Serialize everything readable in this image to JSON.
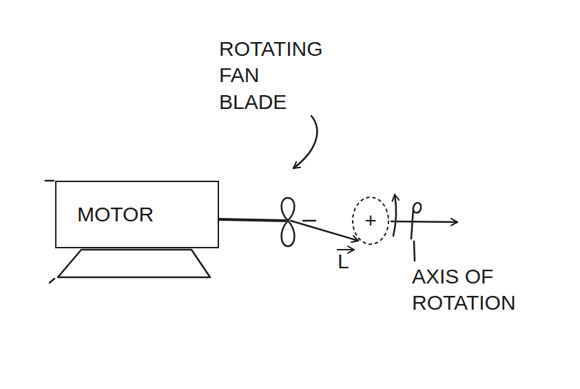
{
  "diagram": {
    "nodes": [
      {
        "text": [
          "MOTOR"
        ]
      },
      {
        "text": [
          "+"
        ]
      }
    ],
    "labels": [
      "ROTATING FAN BLADE",
      "L",
      "AXIS OF ROTATION"
    ]
  }
}
